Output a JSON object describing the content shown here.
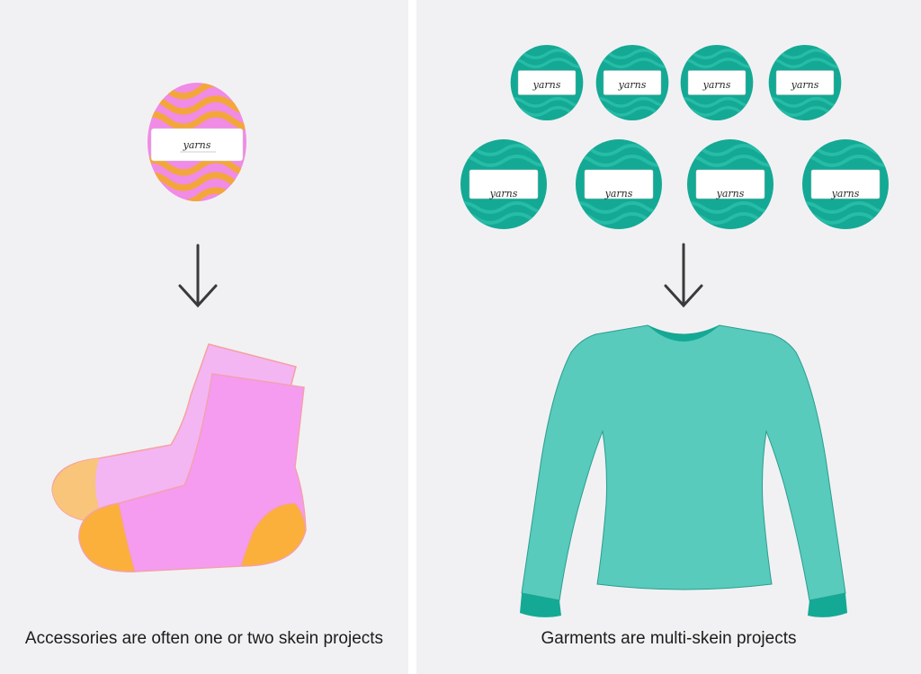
{
  "left_panel": {
    "caption": "Accessories are often one or two skein projects",
    "yarn_count": 1,
    "yarn_label": "yarns",
    "item": "socks",
    "icon": "arrow-down-icon"
  },
  "right_panel": {
    "caption": "Garments are multi-skein projects",
    "yarn_count": 8,
    "yarn_label": "yarns",
    "item": "sweater",
    "icon": "arrow-down-icon"
  },
  "colors": {
    "background": "#f1f1f3",
    "pink_yarn": "#f08be6",
    "orange_stripe": "#f3a73a",
    "teal_yarn": "#14a994",
    "sweater": "#58cbbd",
    "sock_front": "#f59cf0",
    "sock_back": "#f3b6f3",
    "sock_heel": "#fbb03b",
    "arrow": "#3a3a3a"
  }
}
